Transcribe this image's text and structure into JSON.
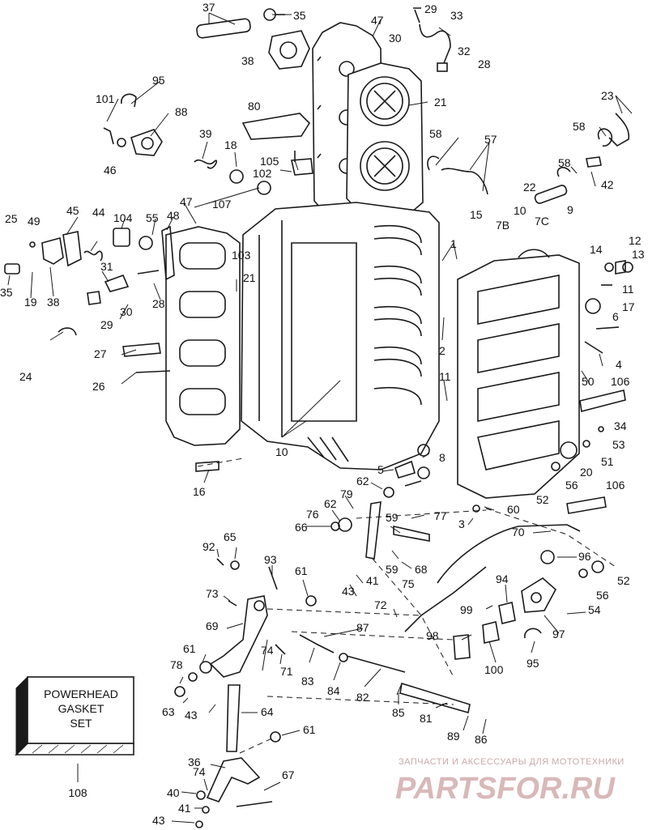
{
  "gasket_set": {
    "lines": [
      "POWERHEAD",
      "GASKET",
      "SET"
    ],
    "ref": "108"
  },
  "watermark": {
    "tagline": "ЗАПЧАСТИ И АКСЕССУАРЫ ДЛЯ МОТОТЕХНИКИ",
    "logo": "PARTSFOR.RU"
  },
  "callouts": [
    {
      "id": "c37",
      "label": "37"
    },
    {
      "id": "c35a",
      "label": "35"
    },
    {
      "id": "c47a",
      "label": "47"
    },
    {
      "id": "c29a",
      "label": "29"
    },
    {
      "id": "c33",
      "label": "33"
    },
    {
      "id": "c30a",
      "label": "30"
    },
    {
      "id": "c32",
      "label": "32"
    },
    {
      "id": "c28a",
      "label": "28"
    },
    {
      "id": "c38a",
      "label": "38"
    },
    {
      "id": "c95a",
      "label": "95"
    },
    {
      "id": "c101",
      "label": "101"
    },
    {
      "id": "c88",
      "label": "88"
    },
    {
      "id": "c21a",
      "label": "21"
    },
    {
      "id": "c80",
      "label": "80"
    },
    {
      "id": "c23",
      "label": "23"
    },
    {
      "id": "c46",
      "label": "46"
    },
    {
      "id": "c39",
      "label": "39"
    },
    {
      "id": "c18",
      "label": "18"
    },
    {
      "id": "c58a",
      "label": "58"
    },
    {
      "id": "c57",
      "label": "57"
    },
    {
      "id": "c58b",
      "label": "58"
    },
    {
      "id": "c105",
      "label": "105"
    },
    {
      "id": "c102",
      "label": "102"
    },
    {
      "id": "c107",
      "label": "107"
    },
    {
      "id": "c58c",
      "label": "58"
    },
    {
      "id": "c42",
      "label": "42"
    },
    {
      "id": "c22",
      "label": "22"
    },
    {
      "id": "c47b",
      "label": "47"
    },
    {
      "id": "c45",
      "label": "45"
    },
    {
      "id": "c44",
      "label": "44"
    },
    {
      "id": "c104",
      "label": "104"
    },
    {
      "id": "c55",
      "label": "55"
    },
    {
      "id": "c48",
      "label": "48"
    },
    {
      "id": "c15",
      "label": "15"
    },
    {
      "id": "c10a",
      "label": "10"
    },
    {
      "id": "c9",
      "label": "9"
    },
    {
      "id": "c7b",
      "label": "7B"
    },
    {
      "id": "c7c",
      "label": "7C"
    },
    {
      "id": "c25",
      "label": "25"
    },
    {
      "id": "c49",
      "label": "49"
    },
    {
      "id": "c1",
      "label": "1"
    },
    {
      "id": "c12",
      "label": "12"
    },
    {
      "id": "c14",
      "label": "14"
    },
    {
      "id": "c13",
      "label": "13"
    },
    {
      "id": "c103",
      "label": "103"
    },
    {
      "id": "c31",
      "label": "31"
    },
    {
      "id": "c21b",
      "label": "21"
    },
    {
      "id": "c35b",
      "label": "35"
    },
    {
      "id": "c19",
      "label": "19"
    },
    {
      "id": "c38b",
      "label": "38"
    },
    {
      "id": "c28b",
      "label": "28"
    },
    {
      "id": "c29b",
      "label": "29"
    },
    {
      "id": "c30b",
      "label": "30"
    },
    {
      "id": "c11a",
      "label": "11"
    },
    {
      "id": "c17",
      "label": "17"
    },
    {
      "id": "c6",
      "label": "6"
    },
    {
      "id": "c27",
      "label": "27"
    },
    {
      "id": "c2",
      "label": "2"
    },
    {
      "id": "c4",
      "label": "4"
    },
    {
      "id": "c24",
      "label": "24"
    },
    {
      "id": "c26",
      "label": "26"
    },
    {
      "id": "c11b",
      "label": "11"
    },
    {
      "id": "c50",
      "label": "50"
    },
    {
      "id": "c106a",
      "label": "106"
    },
    {
      "id": "c10b",
      "label": "10"
    },
    {
      "id": "c34",
      "label": "34"
    },
    {
      "id": "c53",
      "label": "53"
    },
    {
      "id": "c51",
      "label": "51"
    },
    {
      "id": "c20",
      "label": "20"
    },
    {
      "id": "c8",
      "label": "8"
    },
    {
      "id": "c5",
      "label": "5"
    },
    {
      "id": "c16",
      "label": "16"
    },
    {
      "id": "c56a",
      "label": "56"
    },
    {
      "id": "c62a",
      "label": "62"
    },
    {
      "id": "c79",
      "label": "79"
    },
    {
      "id": "c52a",
      "label": "52"
    },
    {
      "id": "c106b",
      "label": "106"
    },
    {
      "id": "c62b",
      "label": "62"
    },
    {
      "id": "c76",
      "label": "76"
    },
    {
      "id": "c60",
      "label": "60"
    },
    {
      "id": "c59a",
      "label": "59"
    },
    {
      "id": "c77",
      "label": "77"
    },
    {
      "id": "c3",
      "label": "3"
    },
    {
      "id": "c66",
      "label": "66"
    },
    {
      "id": "c70",
      "label": "70"
    },
    {
      "id": "c92",
      "label": "92"
    },
    {
      "id": "c65",
      "label": "65"
    },
    {
      "id": "c93",
      "label": "93"
    },
    {
      "id": "c68",
      "label": "68"
    },
    {
      "id": "c59b",
      "label": "59"
    },
    {
      "id": "c96",
      "label": "96"
    },
    {
      "id": "c61a",
      "label": "61"
    },
    {
      "id": "c41a",
      "label": "41"
    },
    {
      "id": "c75",
      "label": "75"
    },
    {
      "id": "c52b",
      "label": "52"
    },
    {
      "id": "c94",
      "label": "94"
    },
    {
      "id": "c43a",
      "label": "43"
    },
    {
      "id": "c73",
      "label": "73"
    },
    {
      "id": "c56b",
      "label": "56"
    },
    {
      "id": "c72",
      "label": "72"
    },
    {
      "id": "c99",
      "label": "99"
    },
    {
      "id": "c54",
      "label": "54"
    },
    {
      "id": "c69",
      "label": "69"
    },
    {
      "id": "c87",
      "label": "87"
    },
    {
      "id": "c97",
      "label": "97"
    },
    {
      "id": "c98",
      "label": "98"
    },
    {
      "id": "c61b",
      "label": "61"
    },
    {
      "id": "c74a",
      "label": "74"
    },
    {
      "id": "c71",
      "label": "71"
    },
    {
      "id": "c95b",
      "label": "95"
    },
    {
      "id": "c78",
      "label": "78"
    },
    {
      "id": "c83",
      "label": "83"
    },
    {
      "id": "c100",
      "label": "100"
    },
    {
      "id": "c84",
      "label": "84"
    },
    {
      "id": "c82",
      "label": "82"
    },
    {
      "id": "c63",
      "label": "63"
    },
    {
      "id": "c43b",
      "label": "43"
    },
    {
      "id": "c64",
      "label": "64"
    },
    {
      "id": "c85",
      "label": "85"
    },
    {
      "id": "c81",
      "label": "81"
    },
    {
      "id": "c61c",
      "label": "61"
    },
    {
      "id": "c89",
      "label": "89"
    },
    {
      "id": "c86",
      "label": "86"
    },
    {
      "id": "c36",
      "label": "36"
    },
    {
      "id": "c74b",
      "label": "74"
    },
    {
      "id": "c67",
      "label": "67"
    },
    {
      "id": "c40",
      "label": "40"
    },
    {
      "id": "c41b",
      "label": "41"
    },
    {
      "id": "c43c",
      "label": "43"
    }
  ]
}
